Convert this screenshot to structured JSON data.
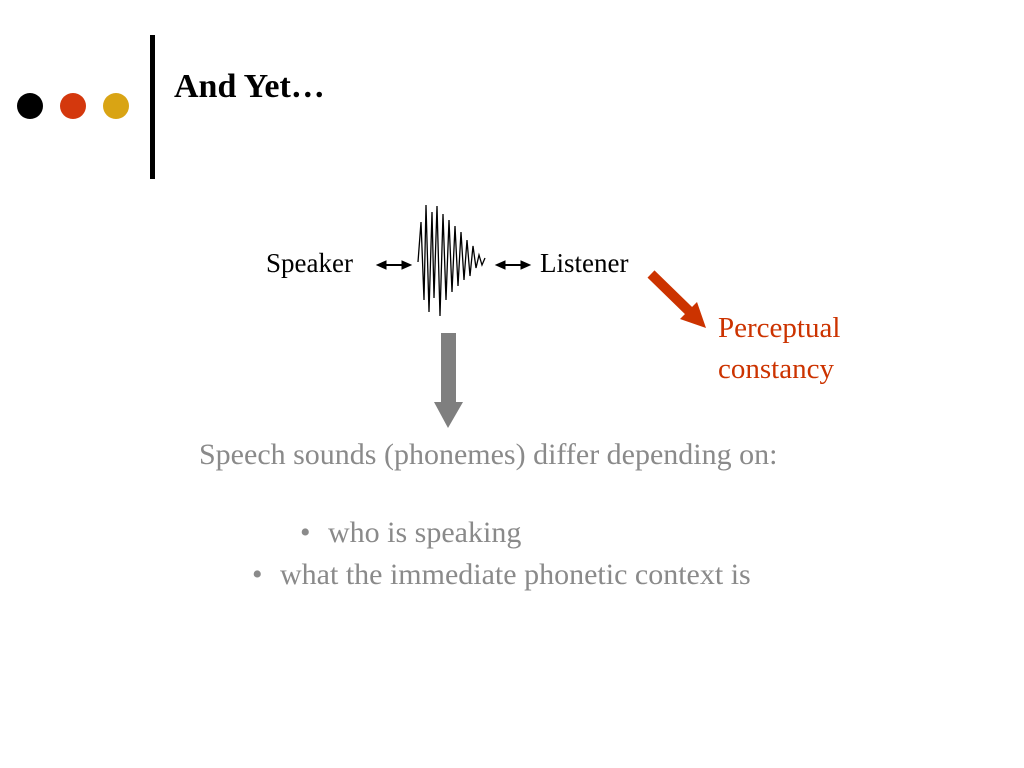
{
  "slide": {
    "title": "And Yet…",
    "diagram": {
      "speaker_label": "Speaker",
      "listener_label": "Listener",
      "perception_line1": "Perceptual",
      "perception_line2": "constancy"
    },
    "body": {
      "intro": "Speech sounds (phonemes) differ depending on:",
      "bullets": [
        "who is speaking",
        "what the immediate phonetic context is"
      ]
    }
  },
  "colors": {
    "dot_black": "#000000",
    "dot_red": "#d4380d",
    "dot_gold": "#d9a414",
    "accent_red": "#cc3300",
    "gray_text": "#8a8a8a",
    "gray_arrow": "#7f7f7f"
  },
  "icons": {
    "waveform": "sound-waveform-icon",
    "arrows": "double-headed-arrow-icon"
  }
}
